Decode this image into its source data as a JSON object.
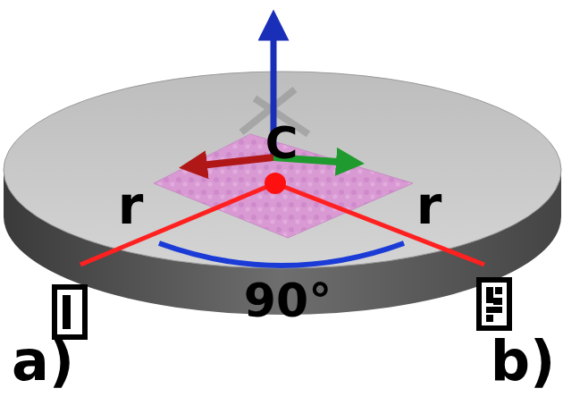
{
  "diagram": {
    "labels": [
      "C",
      "r",
      "r",
      "90°",
      "a)",
      "b)"
    ]
  }
}
